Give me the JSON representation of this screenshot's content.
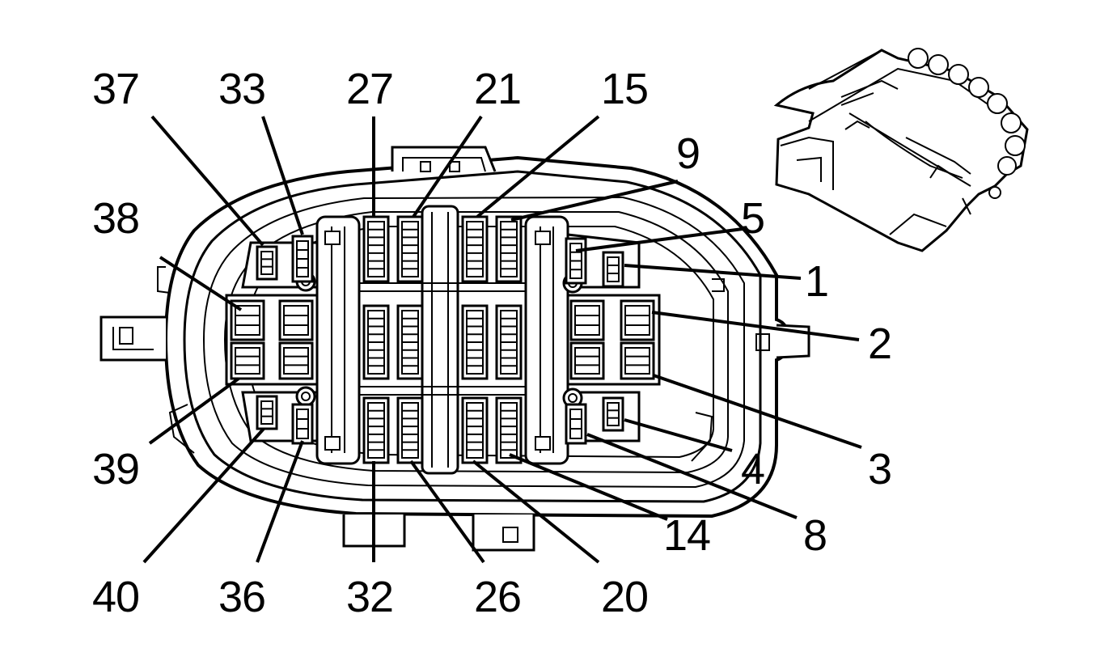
{
  "diagram": {
    "colors": {
      "line": "#000000",
      "background": "#ffffff"
    },
    "callouts": [
      {
        "id": "37",
        "text": "37"
      },
      {
        "id": "33",
        "text": "33"
      },
      {
        "id": "27",
        "text": "27"
      },
      {
        "id": "21",
        "text": "21"
      },
      {
        "id": "15",
        "text": "15"
      },
      {
        "id": "9",
        "text": "9"
      },
      {
        "id": "5",
        "text": "5"
      },
      {
        "id": "1",
        "text": "1"
      },
      {
        "id": "38",
        "text": "38"
      },
      {
        "id": "2",
        "text": "2"
      },
      {
        "id": "39",
        "text": "39"
      },
      {
        "id": "3",
        "text": "3"
      },
      {
        "id": "4",
        "text": "4"
      },
      {
        "id": "8",
        "text": "8"
      },
      {
        "id": "14",
        "text": "14"
      },
      {
        "id": "40",
        "text": "40"
      },
      {
        "id": "36",
        "text": "36"
      },
      {
        "id": "32",
        "text": "32"
      },
      {
        "id": "26",
        "text": "26"
      },
      {
        "id": "20",
        "text": "20"
      }
    ]
  }
}
